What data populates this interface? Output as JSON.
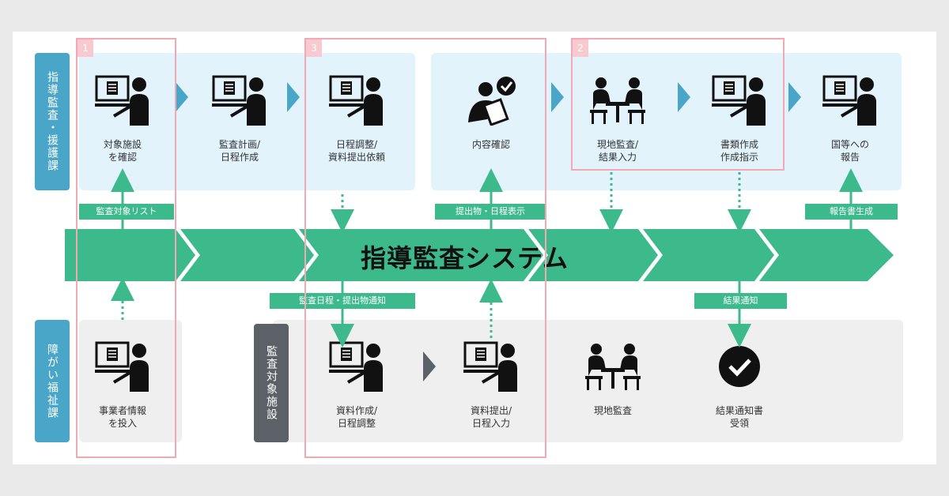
{
  "lanes": {
    "top": "指導監査・援護課",
    "bottom": "障がい福祉課",
    "target": "監査対象施設"
  },
  "system_name": "指導監査システム",
  "highlights": {
    "one": "1",
    "two": "2",
    "three": "3"
  },
  "top_steps": [
    {
      "label": "対象施設\nを確認"
    },
    {
      "label": "監査計画/\n日程作成"
    },
    {
      "label": "日程調整/\n資料提出依頼"
    },
    {
      "label": "内容確認"
    },
    {
      "label": "現地監査/\n結果入力"
    },
    {
      "label": "書類作成\n作成指示"
    },
    {
      "label": "国等への\n報告"
    }
  ],
  "bottom_steps": [
    {
      "label": "事業者情報\nを投入"
    },
    {
      "label": "資料作成/\n日程調整"
    },
    {
      "label": "資料提出/\n日程入力"
    },
    {
      "label": "現地監査"
    },
    {
      "label": "結果通知書\n受領"
    }
  ],
  "flow_labels": {
    "audit_list": "監査対象リスト",
    "submission_display": "提出物・日程表示",
    "report_generation": "報告書生成",
    "schedule_notice": "監査日程・提出物通知",
    "result_notice": "結果通知"
  },
  "colors": {
    "lane_blue": "#4aa6c8",
    "lane_gray": "#5b6166",
    "system_green": "#3dba8c",
    "highlight_pink": "#f2a9b4",
    "chevron_blue": "#4aa6c8"
  }
}
